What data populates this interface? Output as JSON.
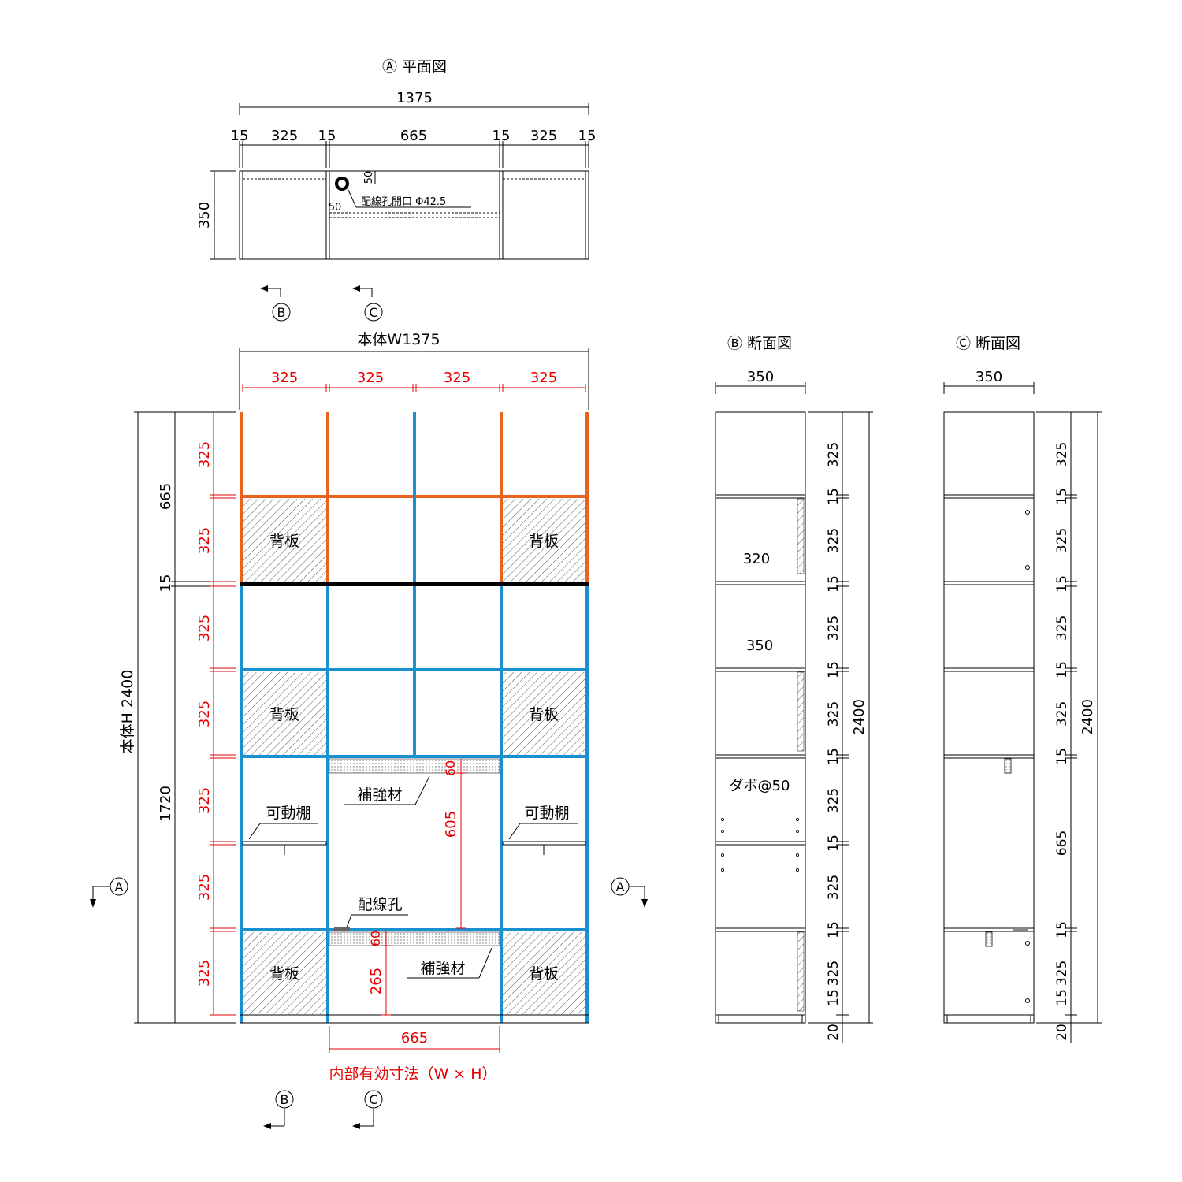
{
  "plan": {
    "title": "Ⓐ 平面図",
    "total_width": "1375",
    "segments": [
      "15",
      "325",
      "15",
      "665",
      "15",
      "325",
      "15"
    ],
    "depth": "350",
    "hole_label": "配線孔開口 Φ42.5",
    "hole_offset_top": "50",
    "hole_offset_left": "50"
  },
  "section_markers": {
    "b": "B",
    "c": "C",
    "a": "A"
  },
  "front": {
    "width_label": "本体W1375",
    "height_label": "本体H 2400",
    "col_widths": [
      "325",
      "325",
      "325",
      "325"
    ],
    "top_dim": "665",
    "mid_dim": "15",
    "bottom_dim": "1720",
    "row_heights": [
      "325",
      "325",
      "325",
      "325",
      "325",
      "325",
      "325"
    ],
    "back_panel": "背板",
    "movable_shelf": "可動棚",
    "reinforcement": "補強材",
    "wiring_hole": "配線孔",
    "center_dims": [
      "60",
      "605",
      "60",
      "265"
    ],
    "inner_width": "665",
    "inner_caption": "内部有効寸法（W × H）"
  },
  "section_b": {
    "title": "Ⓑ 断面図",
    "depth": "350",
    "total_height": "2400",
    "shelf_depth_1": "320",
    "shelf_depth_2": "350",
    "dowel_label": "ダボ@50",
    "side_dims": [
      "325",
      "15",
      "325",
      "15",
      "325",
      "15",
      "325",
      "15",
      "325",
      "15",
      "325",
      "15",
      "325",
      "15",
      "20"
    ]
  },
  "section_c": {
    "title": "Ⓒ 断面図",
    "depth": "350",
    "total_height": "2400",
    "side_dims": [
      "325",
      "15",
      "325",
      "15",
      "325",
      "15",
      "325",
      "15",
      "665",
      "15",
      "325",
      "15",
      "20"
    ]
  },
  "colors": {
    "orange": "#e8641e",
    "blue": "#1a90d0",
    "red_dim": "#e60000",
    "black": "#000000"
  }
}
